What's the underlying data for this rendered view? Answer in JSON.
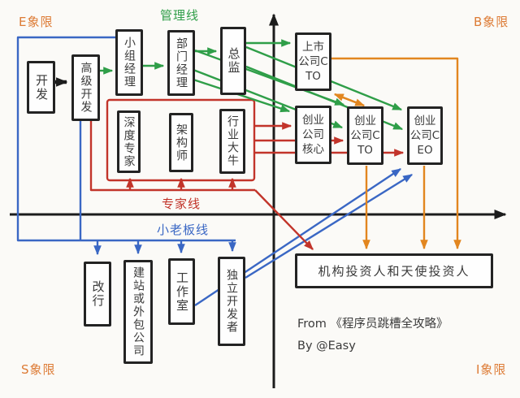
{
  "quadrant_labels": {
    "top_left": "E象限",
    "top_right": "B象限",
    "bottom_left": "S象限",
    "bottom_right": "I象限"
  },
  "path_labels": {
    "management": "管理线",
    "expert": "专家线",
    "small_boss": "小老板线"
  },
  "nodes": {
    "dev": "开发",
    "senior_dev": "高级开发",
    "team_manager": "小组经理",
    "dept_manager": "部门经理",
    "director": "总监",
    "listed_company_cto": "上市公司CTO",
    "deep_expert": "深度专家",
    "architect": "架构师",
    "industry_expert": "行业大牛",
    "startup_core": "创业公司核心",
    "startup_cto": "创业公司CTO",
    "startup_ceo": "创业公司CEO",
    "career_change": "改行",
    "outsourcing_company": "建站或外包公司",
    "studio": "工作室",
    "indie_developer": "独立开发者",
    "investors": "机构投资人和天使投资人"
  },
  "footer": {
    "source": "From 《程序员跳槽全攻略》",
    "author": "By @Easy"
  },
  "colors": {
    "management_green": "#2f9e48",
    "expert_red": "#c2342a",
    "small_boss_blue": "#3a67c4",
    "investor_orange": "#e2861f",
    "quadrant_label_orange": "#dd7b35",
    "axis_black": "#1c1c1c"
  }
}
